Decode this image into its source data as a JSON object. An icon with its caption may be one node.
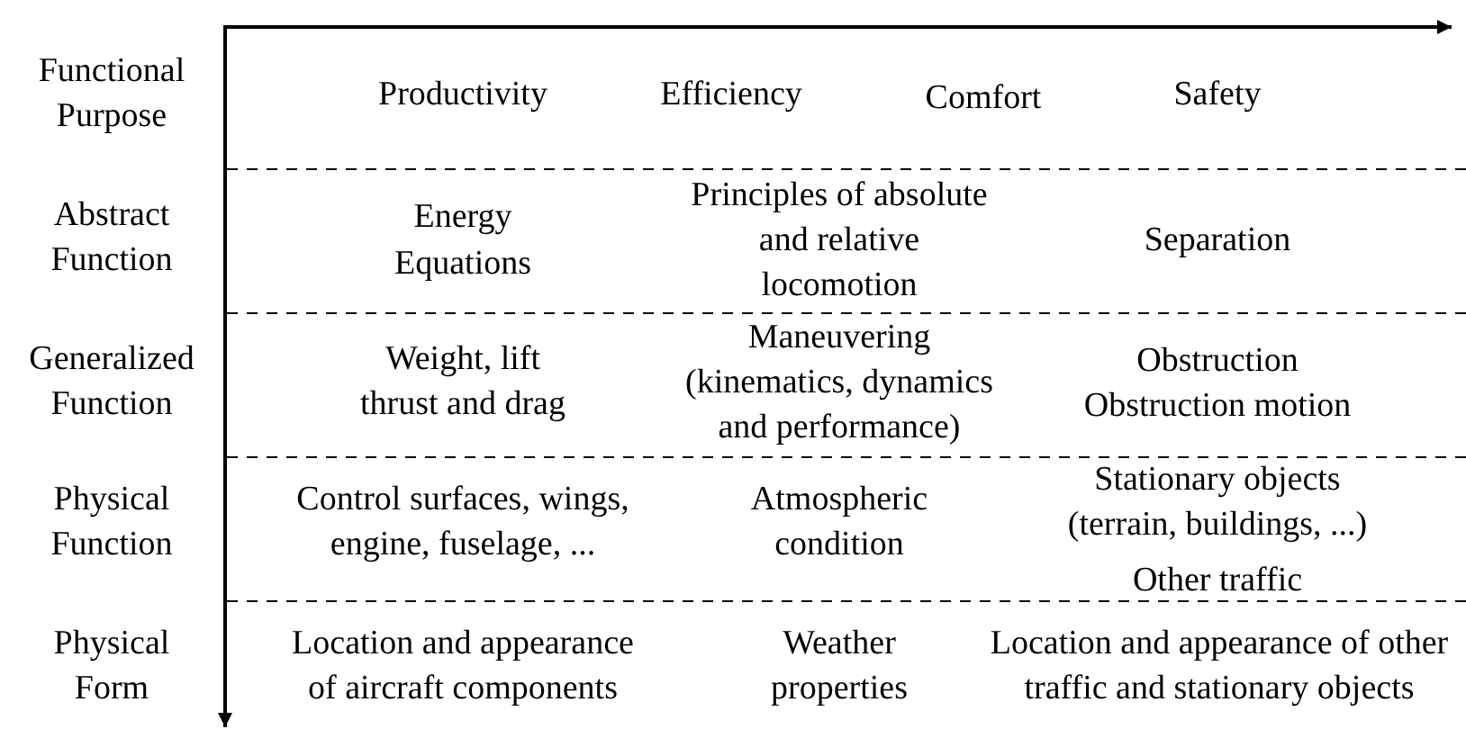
{
  "diagram": {
    "labels": [
      "Functional Purpose",
      "Productivity",
      "Efficiency",
      "Comfort",
      "Safety",
      "Abstract Function",
      "Energy",
      "Equations",
      "Principles of absolute and relative locomotion",
      "Separation",
      "Generalized Function",
      "Weight, lift thrust and drag",
      "Maneuvering (kinematics, dynamics and performance)",
      "Obstruction",
      "Obstruction motion",
      "Physical Function",
      "Control surfaces, wings, engine, fuselage, ...",
      "Atmospheric condition",
      "Stationary objects (terrain, buildings, ...)",
      "Other traffic",
      "Physical Form",
      "Location and appearance of aircraft components",
      "Weather properties",
      "Location and appearance of other traffic and stationary objects"
    ]
  }
}
